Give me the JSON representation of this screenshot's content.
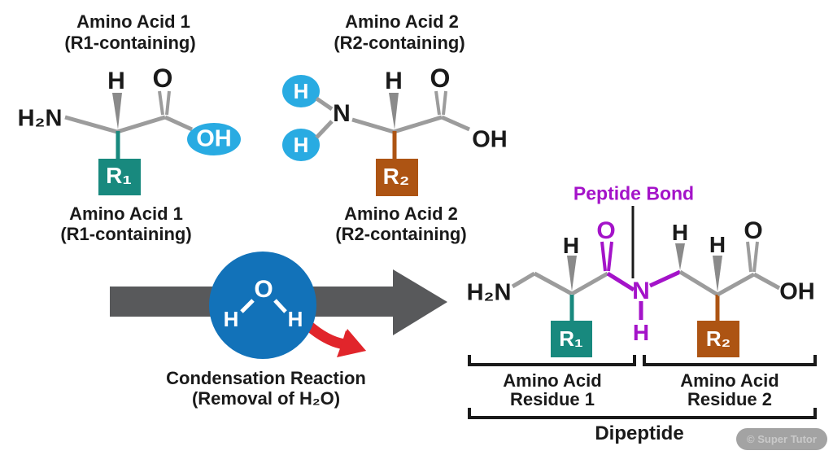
{
  "colors": {
    "teal_r1": "#18897e",
    "orange_r2": "#ad5413",
    "cyan_highlight": "#29abe2",
    "water_blue": "#1272b9",
    "magenta_peptide": "#a413c9",
    "red_arrow": "#e1252b",
    "bond_gray": "#9c9c9c",
    "reaction_arrow_gray": "#58595b",
    "text_black": "#1a1a1a"
  },
  "reactant1": {
    "title_line1": "Amino Acid 1",
    "title_line2": "(R1-containing)",
    "atoms": {
      "h2n": "H₂N",
      "alpha_h": "H",
      "carbonyl_o": "O",
      "hydroxyl": "OH",
      "r_group": "R₁"
    },
    "caption_line1": "Amino Acid 1",
    "caption_line2": "(R1-containing)"
  },
  "reactant2": {
    "title_line1": "Amino Acid 2",
    "title_line2": "(R2-containing)",
    "atoms": {
      "amine_h_top": "H",
      "amine_h_bottom": "H",
      "n": "N",
      "alpha_h": "H",
      "carbonyl_o": "O",
      "hydroxyl": "OH",
      "r_group": "R₂"
    },
    "caption_line1": "Amino Acid 2",
    "caption_line2": "(R2-containing)"
  },
  "reaction": {
    "water": {
      "o": "O",
      "h_left": "H",
      "h_right": "H"
    },
    "label_line1": "Condensation Reaction",
    "label_line2": "(Removal of H₂O)"
  },
  "product": {
    "peptide_bond_label": "Peptide Bond",
    "atoms": {
      "h2n": "H₂N",
      "alpha1_h": "H",
      "carbonyl_o": "O",
      "n": "N",
      "n_h": "H",
      "ch2_h": "H",
      "alpha2_h": "H",
      "carboxyl_o": "O",
      "hydroxyl": "OH",
      "r1": "R₁",
      "r2": "R₂"
    },
    "residue1_line1": "Amino Acid",
    "residue1_line2": "Residue 1",
    "residue2_line1": "Amino Acid",
    "residue2_line2": "Residue 2",
    "dipeptide_label": "Dipeptide"
  },
  "watermark": "© Super Tutor"
}
